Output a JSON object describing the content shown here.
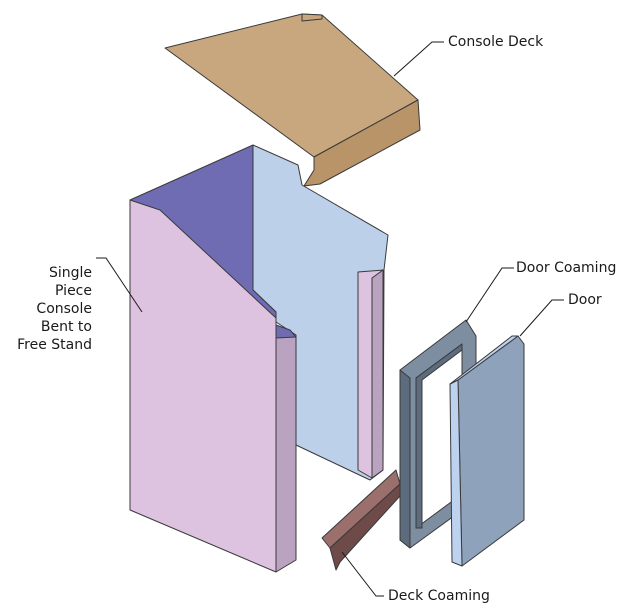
{
  "labels": {
    "console_deck": "Console Deck",
    "single_piece": [
      "Single",
      "Piece",
      "Console",
      "Bent to",
      "Free Stand"
    ],
    "door_coaming": "Door Coaming",
    "door": "Door",
    "deck_coaming": "Deck Coaming"
  },
  "colors": {
    "deck_top": "#c9a77e",
    "deck_front": "#b89468",
    "left_side_outer": "#dec3e0",
    "left_side_edge": "#b9a3c0",
    "interior_blue_dark": "#6f6cb4",
    "back_panel": "#bcd0ea",
    "coaming_frame": "#7d8ea0",
    "coaming_frame_dark": "#5c6b7d",
    "door_face": "#8ea2bc",
    "door_edge": "#bcd2ee",
    "deck_coaming": "#9a6f6c",
    "deck_coaming_dark": "#6e4a48"
  }
}
